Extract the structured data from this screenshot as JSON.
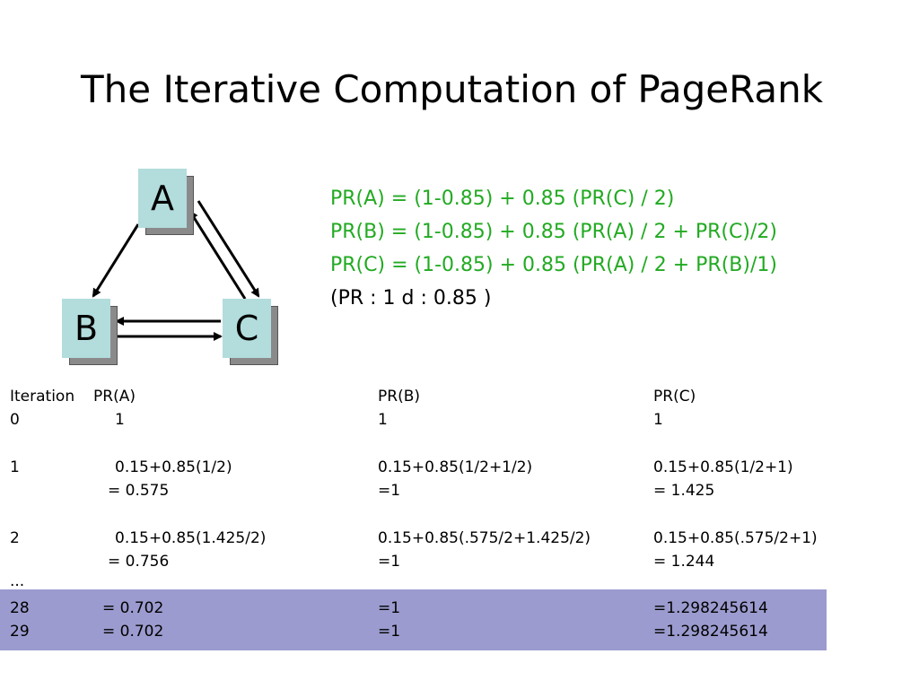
{
  "slide": {
    "title": "The Iterative Computation of PageRank"
  },
  "graph": {
    "nodes": [
      "A",
      "B",
      "C"
    ],
    "edges": [
      {
        "from": "A",
        "to": "B"
      },
      {
        "from": "A",
        "to": "C"
      },
      {
        "from": "C",
        "to": "A"
      },
      {
        "from": "C",
        "to": "B"
      },
      {
        "from": "B",
        "to": "C"
      }
    ],
    "node_color": "#b3dcdc"
  },
  "formulas": {
    "pr_a": "PR(A) = (1-0.85) + 0.85 (PR(C) / 2)",
    "pr_b": "PR(B) = (1-0.85) + 0.85 (PR(A) / 2 + PR(C)/2)",
    "pr_c": "PR(C) = (1-0.85) + 0.85 (PR(A) / 2 + PR(B)/1)",
    "params": "(PR : 1     d : 0.85 )",
    "formula_color": "#22aa22"
  },
  "table": {
    "headers": {
      "iteration": "Iteration",
      "pr_a": "PR(A)",
      "pr_b": "PR(B)",
      "pr_c": "PR(C)"
    },
    "rows": [
      {
        "iter": "0",
        "a": "1",
        "a2": "",
        "b": "1",
        "b2": "",
        "c": "1",
        "c2": ""
      },
      {
        "iter": "1",
        "a": "0.15+0.85(1/2)",
        "a2": "= 0.575",
        "b": "0.15+0.85(1/2+1/2)",
        "b2": "=1",
        "c": "0.15+0.85(1/2+1)",
        "c2": "= 1.425"
      },
      {
        "iter": "2",
        "a": "0.15+0.85(1.425/2)",
        "a2": "= 0.756",
        "b": "0.15+0.85(.575/2+1.425/2)",
        "b2": "=1",
        "c": "0.15+0.85(.575/2+1)",
        "c2": "= 1.244"
      }
    ],
    "ellipsis": "...",
    "final_rows": [
      {
        "iter": "28",
        "a": "= 0.702",
        "b": "=1",
        "c": "=1.298245614"
      },
      {
        "iter": "29",
        "a": "= 0.702",
        "b": "=1",
        "c": "=1.298245614"
      }
    ],
    "highlight_color": "#9b9bcf"
  }
}
